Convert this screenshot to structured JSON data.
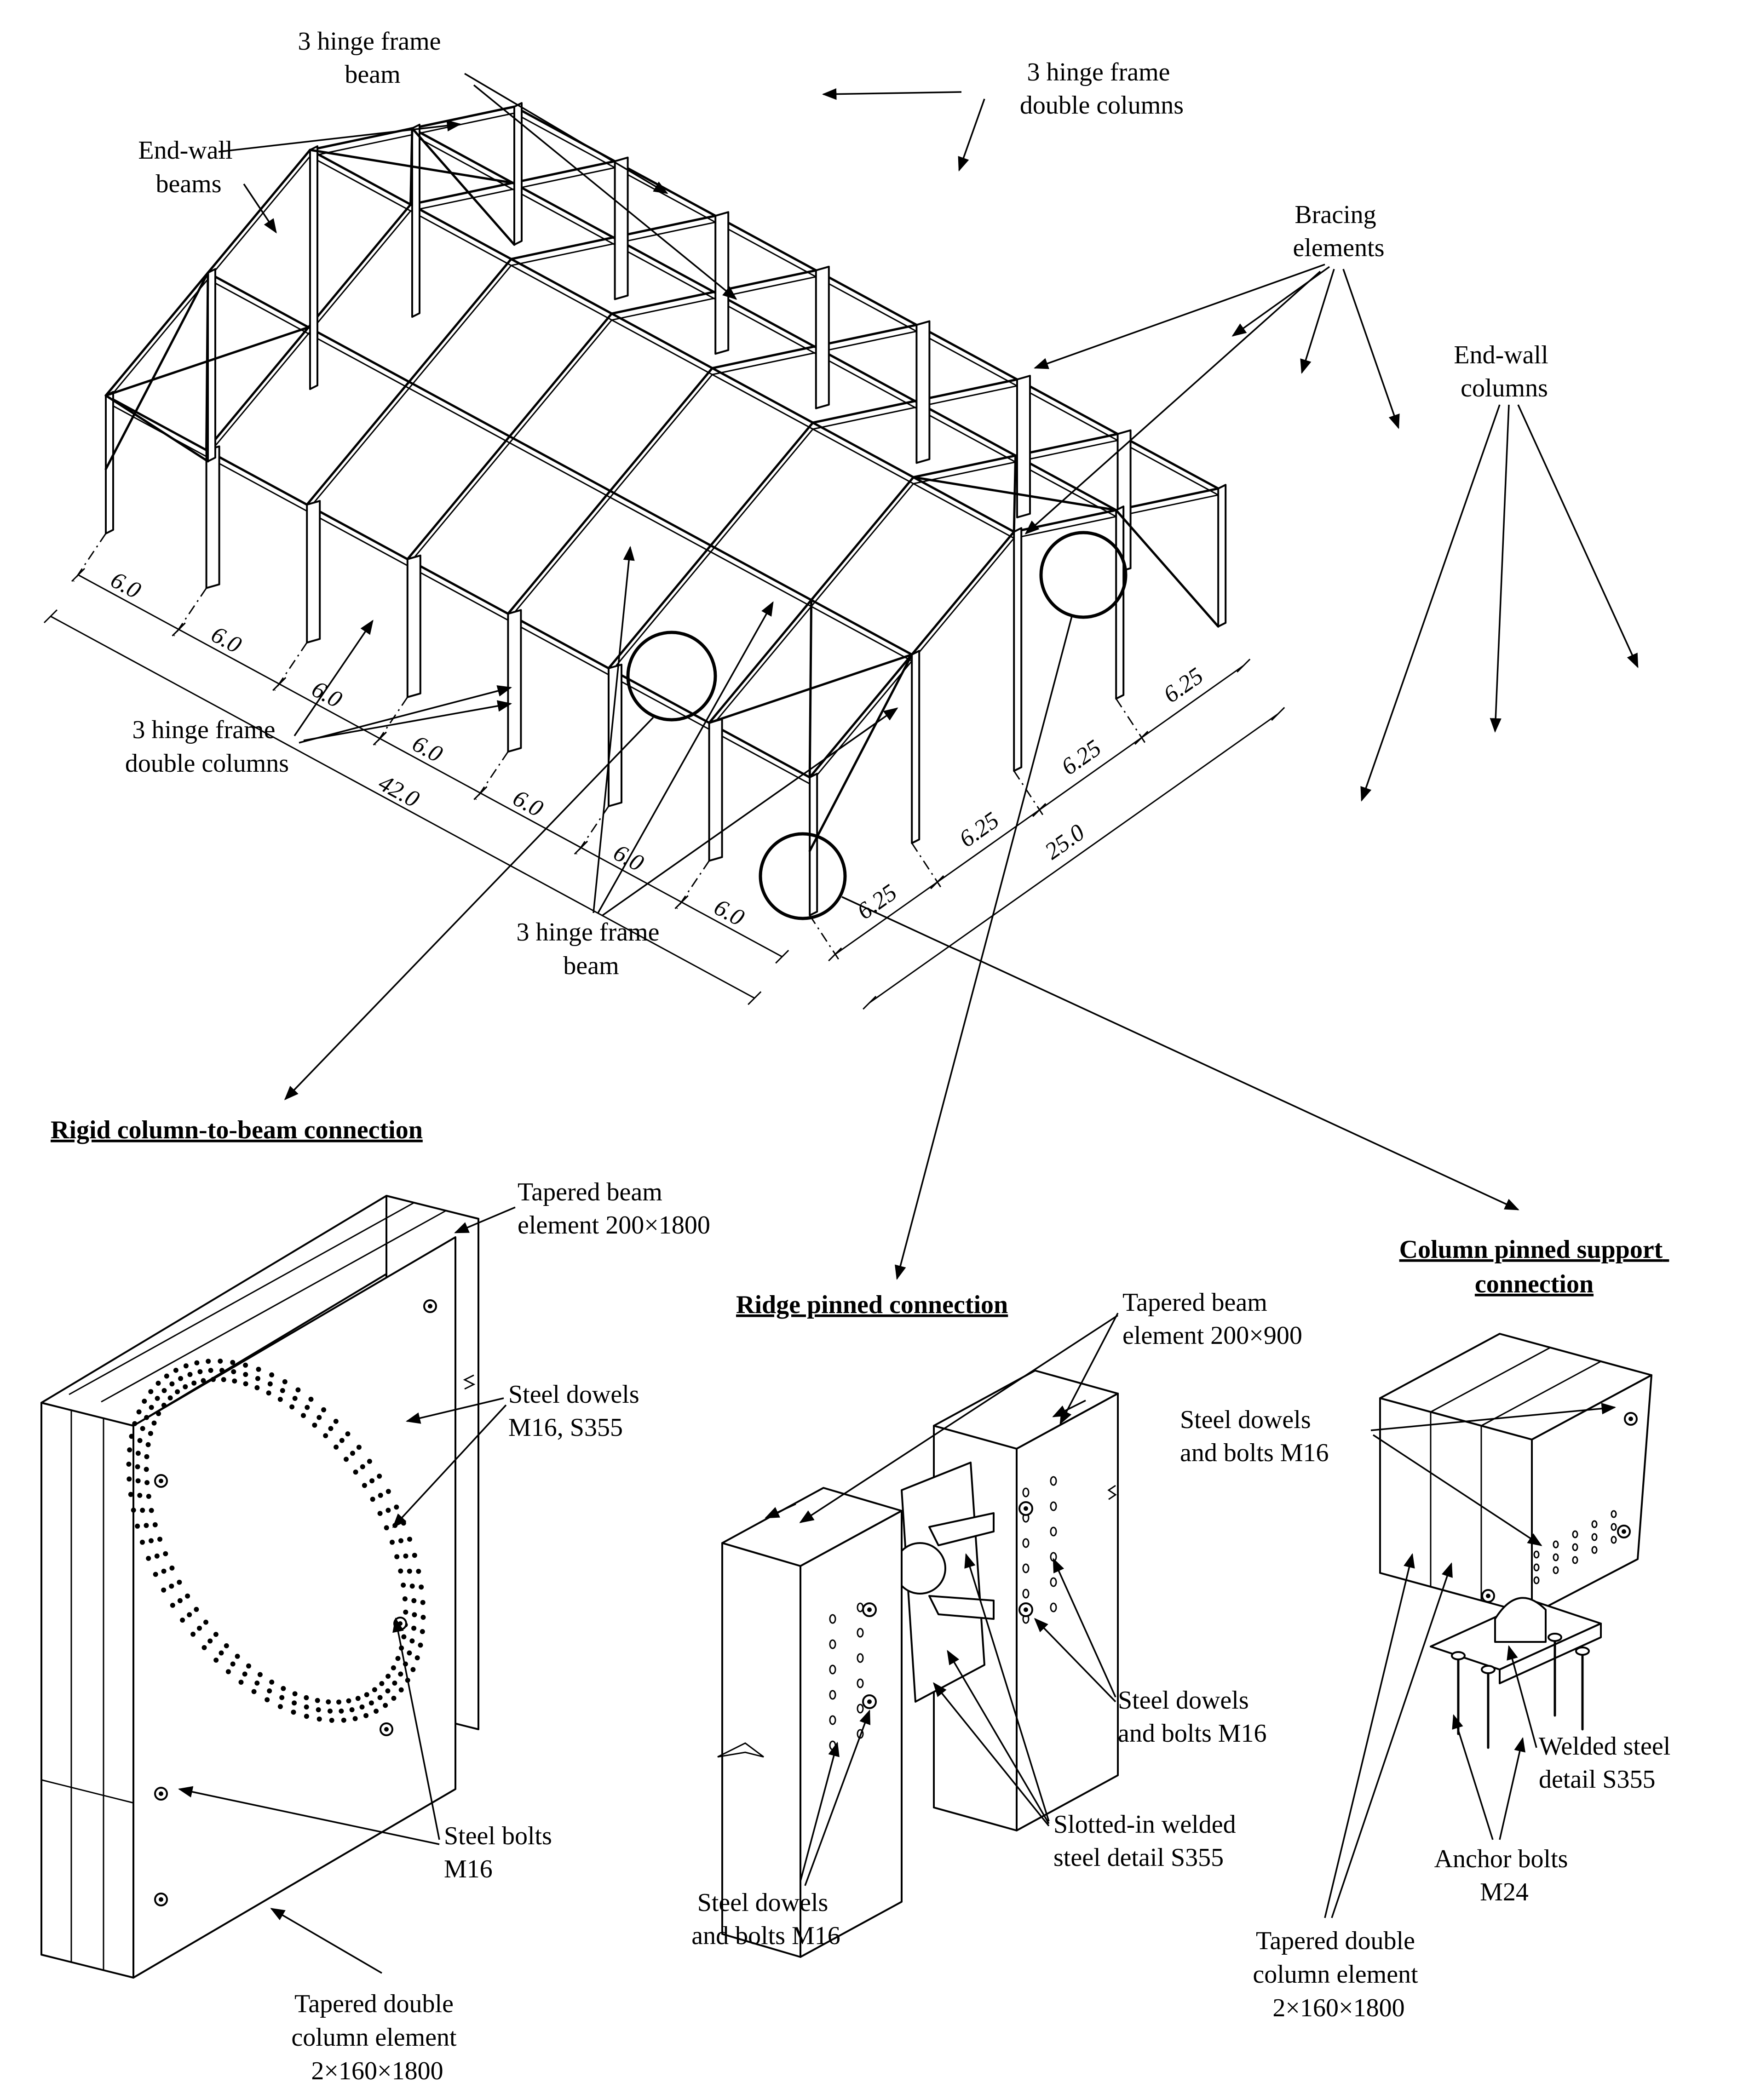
{
  "overview": {
    "labels": {
      "frame_beam_top": [
        "3 hinge frame",
        "beam"
      ],
      "frame_double_columns_top": [
        "3 hinge frame",
        "double columns"
      ],
      "end_wall_beams": [
        "End-wall",
        "beams"
      ],
      "bracing_elements": [
        "Bracing",
        "elements"
      ],
      "end_wall_columns": [
        "End-wall",
        "columns"
      ],
      "frame_double_columns_left": [
        "3 hinge frame",
        "double columns"
      ],
      "frame_beam_bottom": [
        "3 hinge frame",
        "beam"
      ]
    },
    "dimensions": {
      "length_bays": [
        "6.0",
        "6.0",
        "6.0",
        "6.0",
        "6.0",
        "6.0",
        "6.0"
      ],
      "length_total": "42.0",
      "width_bays": [
        "6.25",
        "6.25",
        "6.25",
        "6.25"
      ],
      "width_total": "25.0"
    }
  },
  "rigid_connection": {
    "title": "Rigid column-to-beam connection",
    "tapered_beam": [
      "Tapered beam",
      "element 200×1800"
    ],
    "steel_dowels": [
      "Steel dowels",
      "M16, S355"
    ],
    "steel_bolts": [
      "Steel bolts",
      "M16"
    ],
    "tapered_column": [
      "Tapered double",
      "column element",
      "2×160×1800"
    ]
  },
  "ridge_connection": {
    "title": "Ridge pinned connection",
    "tapered_beam": [
      "Tapered beam",
      "element 200×900"
    ],
    "dowels_right": [
      "Steel dowels",
      "and bolts M16"
    ],
    "slotted_detail": [
      "Slotted-in welded",
      "steel detail S355"
    ],
    "dowels_left": [
      "Steel dowels",
      "and bolts M16"
    ]
  },
  "support_connection": {
    "title": [
      "Column pinned support",
      "connection"
    ],
    "dowels": [
      "Steel dowels",
      "and bolts M16"
    ],
    "welded_detail": [
      "Welded steel",
      "detail S355"
    ],
    "anchor_bolts": [
      "Anchor bolts",
      "M24"
    ],
    "tapered_column": [
      "Tapered double",
      "column element",
      "2×160×1800"
    ]
  }
}
